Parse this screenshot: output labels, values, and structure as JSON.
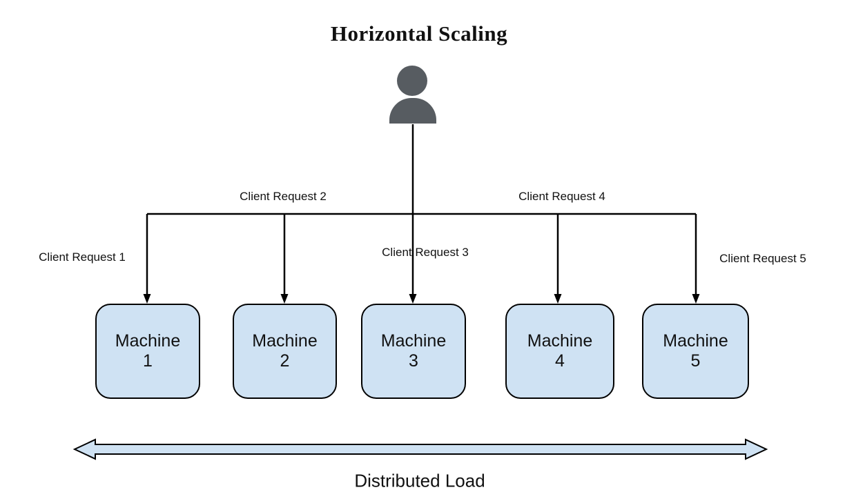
{
  "diagram": {
    "title": "Horizontal Scaling",
    "bottom_label": "Distributed Load",
    "user_icon": "person-silhouette"
  },
  "client_requests": [
    {
      "label": "Client Request 1"
    },
    {
      "label": "Client Request 2"
    },
    {
      "label": "Client Request 3"
    },
    {
      "label": "Client Request 4"
    },
    {
      "label": "Client Request 5"
    }
  ],
  "machines": [
    {
      "name": "Machine",
      "number": "1"
    },
    {
      "name": "Machine",
      "number": "2"
    },
    {
      "name": "Machine",
      "number": "3"
    },
    {
      "name": "Machine",
      "number": "4"
    },
    {
      "name": "Machine",
      "number": "5"
    }
  ],
  "colors": {
    "background": "#ffffff",
    "machine_fill": "#cfe2f3",
    "machine_border": "#000000",
    "connector": "#000000",
    "distributed_arrow_fill": "#cfe2f3",
    "person_icon": "#575c61",
    "text": "#111111"
  }
}
